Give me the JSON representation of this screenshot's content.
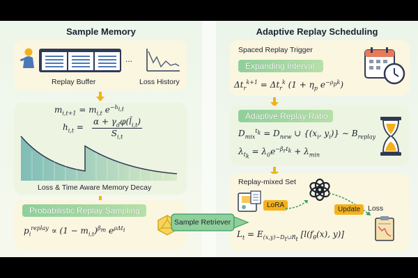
{
  "left": {
    "title": "Sample Memory",
    "buffer_label": "Replay Buffer",
    "ellipsis": "...",
    "loss_history_label": "Loss History",
    "update_formula": {
      "lhs": "m",
      "lhs_sub": "i,t+1",
      "rhs": "= m",
      "rhs_sub": "i,t",
      "exp_prefix": "e",
      "exp": "−h",
      "exp_sub": "i,t"
    },
    "h_formula": {
      "lhs": "h",
      "lhs_sub": "i,t",
      "numerator": "α + γ",
      "num_sub": "d",
      "num_rest": "φ(l̂",
      "num_rest_sub": "i,t",
      "num_close": ")",
      "denominator": "S",
      "den_sub": "i,t"
    },
    "decay_label": "Loss & Time  Aware Memory Decay",
    "sampling_title": "Probabilistic Replay Sampling",
    "sampling_formula": {
      "lhs": "p",
      "lhs_sub": "i",
      "lhs_sup": "replay",
      "rhs": "∝ (1 − m",
      "rhs_sub": "i,t",
      "rhs_close": ")",
      "rhs_sup": "β",
      "rhs_sup_sub": "m",
      "tail": "e",
      "tail_sup": "ρΔt",
      "tail_sup_sub": "i"
    }
  },
  "connector": {
    "label": "Sample Retriever"
  },
  "right": {
    "title": "Adaptive Replay Scheduling",
    "trigger_label": "Spaced Replay Trigger",
    "expanding_title": "Expanding Interval",
    "interval_formula": {
      "lhs": "Δt",
      "lhs_sub": "r",
      "lhs_sup": "k+1",
      "rhs": "= Δt",
      "rhs_sub": "r",
      "rhs_sup": "k",
      "rest": "(1 + η",
      "rest_sub": "p",
      "rest2": "e",
      "rest2_sup": "−ρ",
      "rest2_sup_sub": "p",
      "rest2_sup_tail": "k",
      "close": ")"
    },
    "ratio_title": "Adaptive Replay Ratio",
    "mix_formula": {
      "lhs": "D",
      "lhs_sub": "mix",
      "lhs_sup": "t",
      "lhs_sup_sub": "k",
      "rhs": "= D",
      "rhs_sub": "new",
      "rest": "∪ {(x",
      "rest_sub": "i",
      "rest2": ", y",
      "rest2_sub": "i",
      "rest3": ")} ∼ B",
      "rest3_sub": "replay"
    },
    "lambda_formula": {
      "lhs": "λ",
      "lhs_sub": "t",
      "lhs_sub_sub": "k",
      "rhs": "= λ",
      "rhs_sub": "0",
      "rest": "e",
      "rest_sup": "−β",
      "rest_sup_sub": "r",
      "rest_sup_tail": "t",
      "rest_sup_tail_sub": "k",
      "plus": "+ λ",
      "plus_sub": "min"
    },
    "mixed_set_label": "Replay-mixed Set",
    "lora_label": "LoRA",
    "update_label": "Update",
    "loss_label": "Loss",
    "loss_formula": {
      "lhs": "L",
      "lhs_sub": "t",
      "rhs": "= E",
      "rhs_sub": "(x,y)∼D",
      "rhs_sub_sub": "t",
      "rhs_sub_tail": "∪R",
      "rhs_sub_tail_sub": "t",
      "rest": "[l(f",
      "rest_sub": "θ",
      "rest2": "(x), y)]"
    }
  },
  "colors": {
    "accent": "#f2b11c",
    "green_bar": "#8fcf9a",
    "card": "#fbf6df",
    "ink": "#1c2230"
  }
}
